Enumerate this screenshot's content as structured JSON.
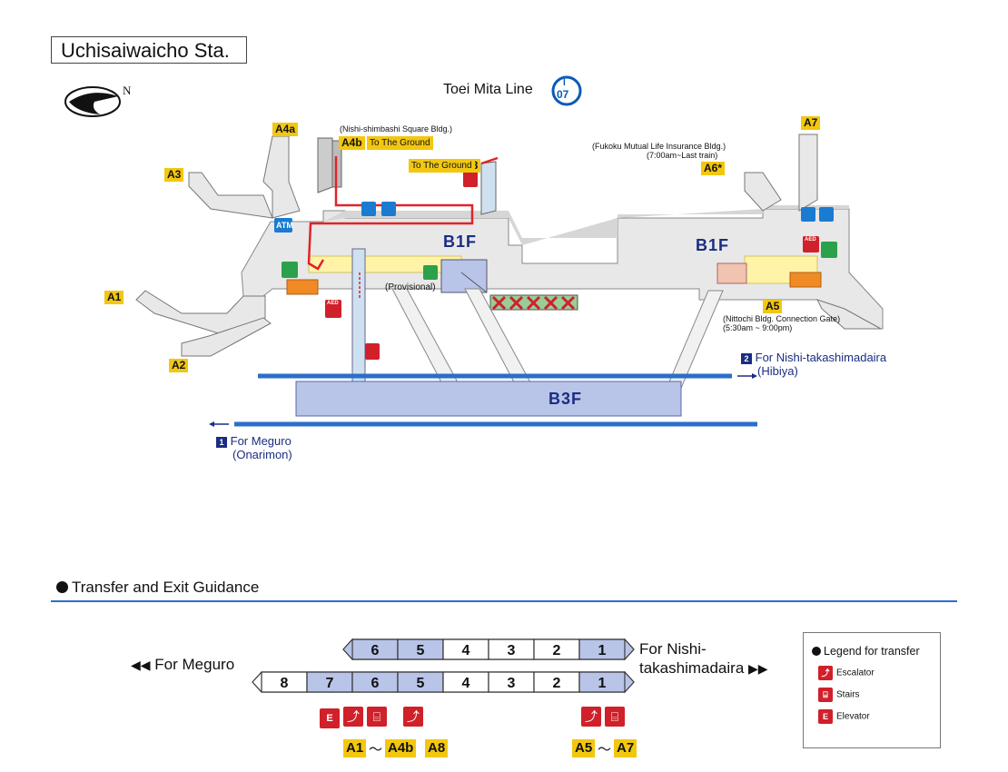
{
  "station_title": "Uchisaiwaicho Sta.",
  "compass": "N",
  "line": {
    "name": "Toei Mita Line",
    "code_letter": "I",
    "code_number": "07",
    "color": "#0a5bb5"
  },
  "levels": {
    "upper": "B1F",
    "lower": "B3F"
  },
  "exits": {
    "A1": "A1",
    "A2": "A2",
    "A3": "A3",
    "A4a": "A4a",
    "A4b": "A4b",
    "A5": "A5",
    "A6": "A6*",
    "A7": "A7",
    "A8": "A8"
  },
  "map_labels": {
    "nishi_shimbashi": "(Nishi-shimbashi Square Bldg.)",
    "to_ground_1": "To The Ground",
    "to_ground_2": "To The Ground",
    "fukoku_name": "(Fukoku Mutual Life Insurance Bldg.)",
    "fukoku_hours": "(7:00am~Last train)",
    "nittochi_name": "(Nittochi Bldg. Connection Gate)",
    "nittochi_hours": "(5:30am ~ 9:00pm)",
    "provisional": "(Provisional)",
    "atm": "ATM",
    "aed": "AED"
  },
  "directions": {
    "platform_2": {
      "num": "2",
      "text": "For Nishi-takashimadaira",
      "sub": "(Hibiya)"
    },
    "platform_1": {
      "num": "1",
      "text": "For Meguro",
      "sub": "(Onarimon)"
    }
  },
  "transfer": {
    "heading": "Transfer and Exit Guidance",
    "for_meguro": "For Meguro",
    "for_nishi_line1": "For Nishi-",
    "for_nishi_line2": "takashimadaira",
    "train_6car": [
      "6",
      "5",
      "4",
      "3",
      "2",
      "1"
    ],
    "train_6car_highlight": [
      "6",
      "5",
      "1"
    ],
    "train_8car": [
      "8",
      "7",
      "6",
      "5",
      "4",
      "3",
      "2",
      "1"
    ],
    "train_8car_highlight": [
      "7",
      "6",
      "5",
      "1"
    ],
    "exit_group_left": {
      "from": "A1",
      "tilde": "～",
      "to": "A4b",
      "extra": "A8"
    },
    "exit_group_right": {
      "from": "A5",
      "tilde": "～",
      "to": "A7"
    }
  },
  "legend": {
    "title": "Legend for transfer",
    "escalator": "Escalator",
    "stairs": "Stairs",
    "elevator": "Elevator"
  },
  "colors": {
    "exit_badge": "#f2c70f",
    "b3f_platform": "#b8c4e8",
    "rail_blue": "#2a6fc9",
    "elevator_red": "#d0202a",
    "accessible_route": "#e0232b"
  }
}
